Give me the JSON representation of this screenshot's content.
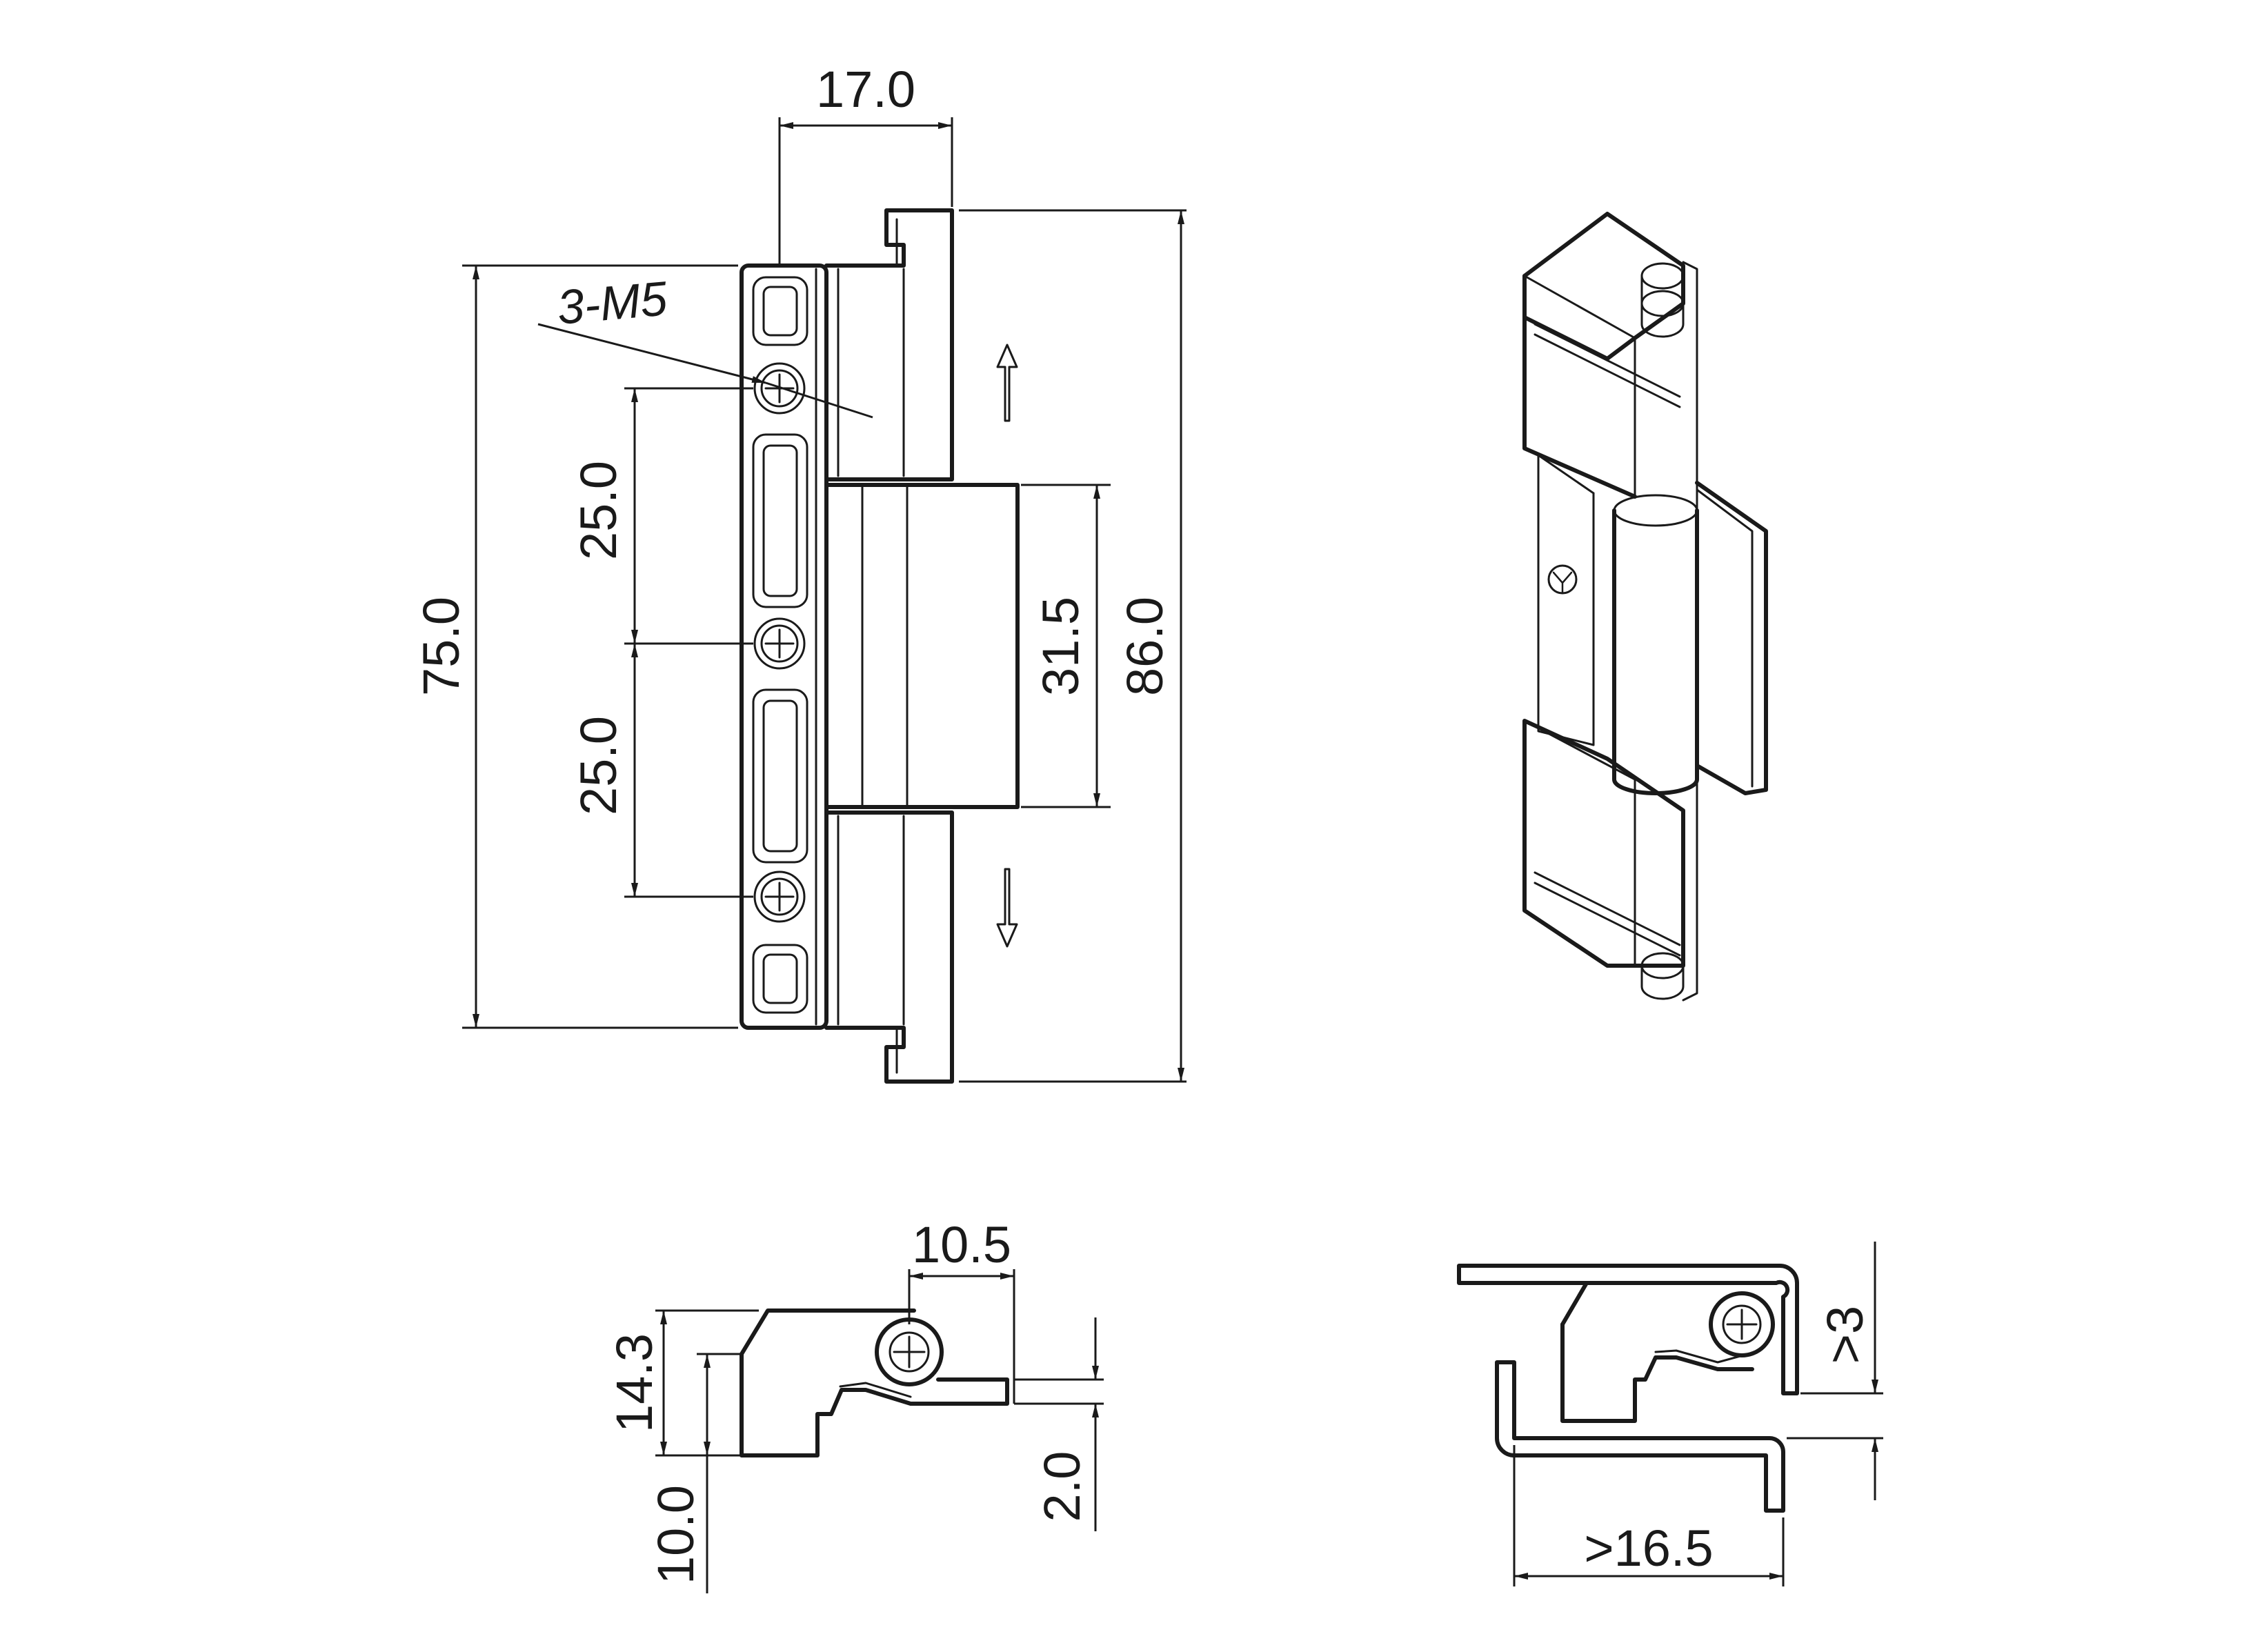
{
  "front_view": {
    "dimensions": {
      "width_top": "17.0",
      "overall_height": "75.0",
      "total_height": "86.0",
      "hole_pitch_upper": "25.0",
      "hole_pitch_lower": "25.0",
      "center_height": "31.5"
    },
    "thread_note": "3-M5",
    "motion_arrows": [
      "up",
      "down"
    ]
  },
  "section_view_a": {
    "dimensions": {
      "pin_offset": "10.5",
      "height": "14.3",
      "base_height": "10.0",
      "plate_thickness": "2.0"
    }
  },
  "section_view_b": {
    "dimensions": {
      "gap": ">3",
      "width": ">16.5"
    }
  },
  "isometric_view": {
    "icons": [
      "logo-icon"
    ]
  }
}
